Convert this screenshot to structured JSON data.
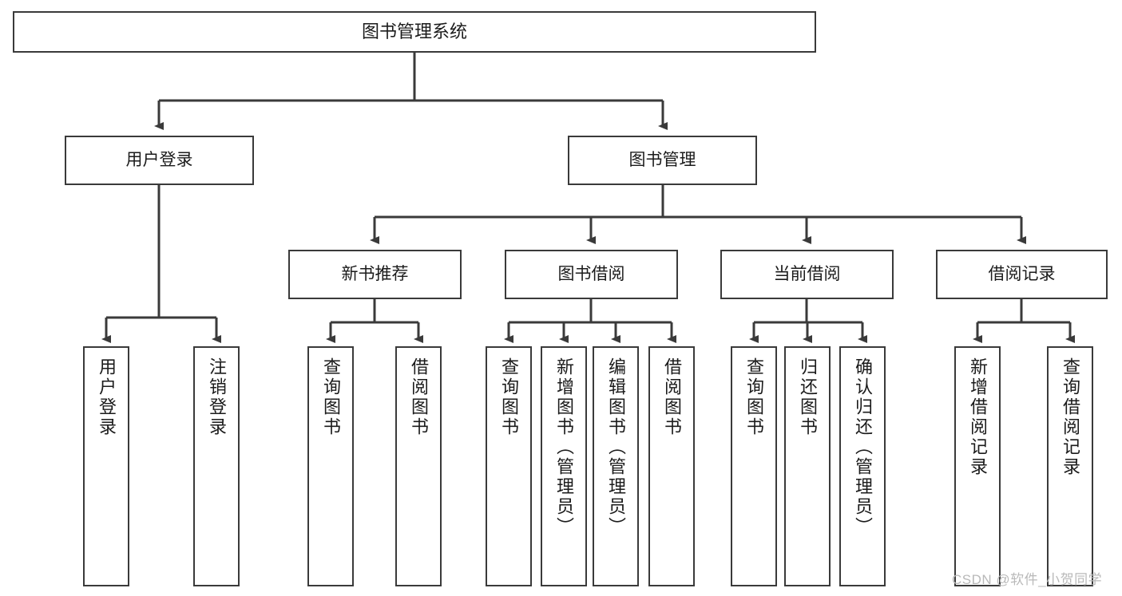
{
  "diagram": {
    "type": "tree-hierarchy-chart",
    "title": "图书管理系统",
    "watermark": "CSDN @软件_小贺同学",
    "colors": {
      "box_border": "#3a3a3a",
      "box_fill": "#ffffff",
      "connector": "#3a3a3a",
      "text": "#1b1b1b",
      "watermark": "#b9b9b9"
    },
    "levels": {
      "root": {
        "label": "图书管理系统"
      },
      "level2": [
        {
          "label": "用户登录"
        },
        {
          "label": "图书管理"
        }
      ],
      "level3": [
        {
          "label": "新书推荐"
        },
        {
          "label": "图书借阅"
        },
        {
          "label": "当前借阅"
        },
        {
          "label": "借阅记录"
        }
      ],
      "leaves": {
        "user_login": [
          {
            "label": "用户登录"
          },
          {
            "label": "注销登录"
          }
        ],
        "new_book_recommend": [
          {
            "label": "查询图书"
          },
          {
            "label": "借阅图书"
          }
        ],
        "book_borrow": [
          {
            "label": "查询图书"
          },
          {
            "label": "新增图书（管理员）"
          },
          {
            "label": "编辑图书（管理员）"
          },
          {
            "label": "借阅图书"
          }
        ],
        "current_borrow": [
          {
            "label": "查询图书"
          },
          {
            "label": "归还图书"
          },
          {
            "label": "确认归还（管理员）"
          }
        ],
        "borrow_record": [
          {
            "label": "新增借阅记录"
          },
          {
            "label": "查询借阅记录"
          }
        ]
      }
    }
  }
}
